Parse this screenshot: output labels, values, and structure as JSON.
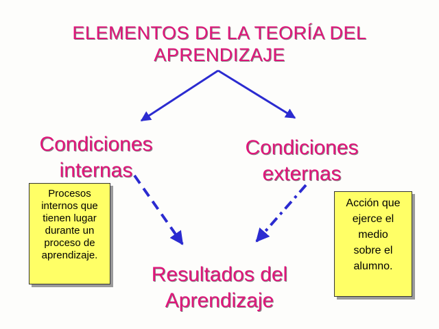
{
  "title": {
    "line1": "ELEMENTOS DE LA TEORÍA DEL",
    "line2": "APRENDIZAJE"
  },
  "nodes": {
    "internas": {
      "line1": "Condiciones",
      "line2": "internas"
    },
    "externas": {
      "line1": "Condiciones",
      "line2": "externas"
    },
    "resultados": {
      "line1": "Resultados del",
      "line2": "Aprendizaje"
    }
  },
  "notes": {
    "internas": [
      "Procesos",
      "internos que",
      "tienen lugar",
      "durante un",
      "proceso de",
      "aprendizaje."
    ],
    "externas": [
      "Acción que",
      "ejerce el",
      "medio",
      "sobre el",
      "alumno."
    ]
  },
  "colors": {
    "heading": "#e0157a",
    "arrow": "#2b2bd0",
    "note_fill": "#ffff66"
  }
}
